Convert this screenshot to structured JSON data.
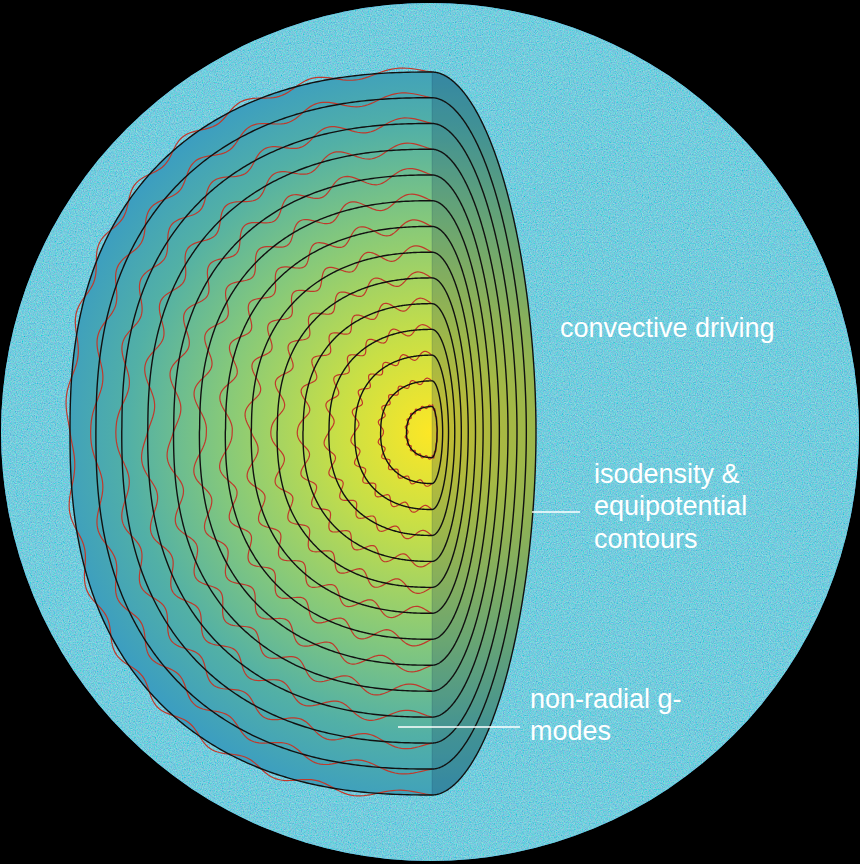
{
  "diagram": {
    "labels": [
      "convective driving",
      "isodensity & equipotential contours",
      "non-radial g-modes"
    ]
  }
}
